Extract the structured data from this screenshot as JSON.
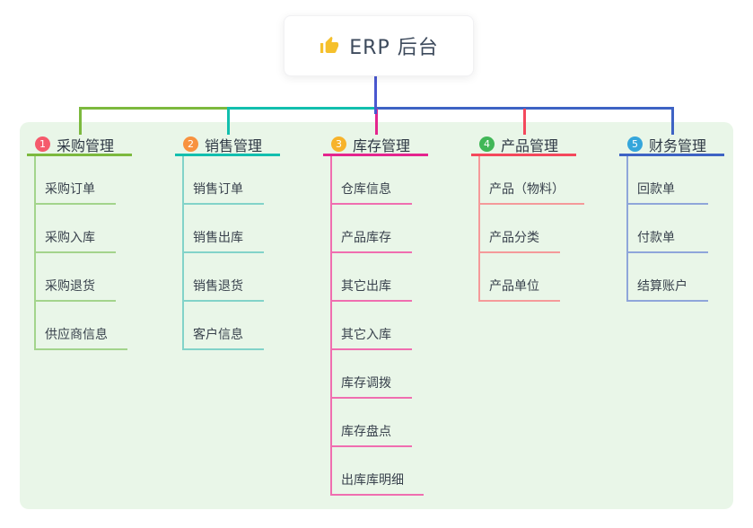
{
  "root": {
    "label": "ERP 后台",
    "icon": "thumbs-up-icon",
    "icon_color": "#f5c02c"
  },
  "canvas": {
    "background": "#ffffff",
    "panel_background": "#e9f6e8"
  },
  "connector": {
    "stem_color": "#4a58d0"
  },
  "branches": [
    {
      "index": "1",
      "title": "采购管理",
      "badge_color": "#f55a6c",
      "line_color": "#7cb93e",
      "child_line_color": "#a3d48c",
      "children": [
        "采购订单",
        "采购入库",
        "采购退货",
        "供应商信息"
      ]
    },
    {
      "index": "2",
      "title": "销售管理",
      "badge_color": "#f8923f",
      "line_color": "#12bfae",
      "child_line_color": "#82d3c9",
      "children": [
        "销售订单",
        "销售出库",
        "销售退货",
        "客户信息"
      ]
    },
    {
      "index": "3",
      "title": "库存管理",
      "badge_color": "#f7b32b",
      "line_color": "#e4258e",
      "child_line_color": "#f06eb0",
      "children": [
        "仓库信息",
        "产品库存",
        "其它出库",
        "其它入库",
        "库存调拨",
        "库存盘点",
        "出库库明细"
      ]
    },
    {
      "index": "4",
      "title": "产品管理",
      "badge_color": "#41b757",
      "line_color": "#f4485c",
      "child_line_color": "#f59a9a",
      "children": [
        "产品（物料）",
        "产品分类",
        "产品单位"
      ]
    },
    {
      "index": "5",
      "title": "财务管理",
      "badge_color": "#35a6db",
      "line_color": "#3e63c4",
      "child_line_color": "#8fa6da",
      "children": [
        "回款单",
        "付款单",
        "结算账户"
      ]
    }
  ]
}
